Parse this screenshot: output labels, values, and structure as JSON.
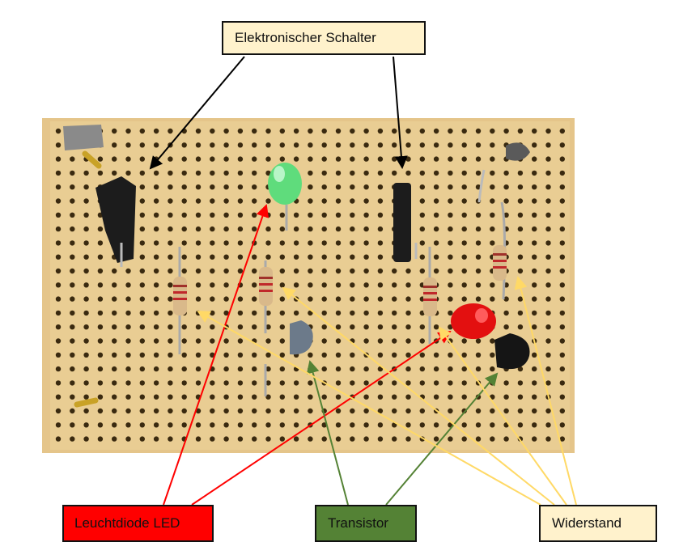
{
  "labels": {
    "switch": "Elektronischer Schalter",
    "led": "Leuchtdiode LED",
    "transistor": "Transistor",
    "resistor": "Widerstand"
  },
  "colors": {
    "switch_box": "#fff2cc",
    "led_box": "#ff0000",
    "transistor_box": "#548235",
    "resistor_box": "#fff2cc",
    "switch_arrow": "#000000",
    "led_arrow": "#ff0000",
    "transistor_arrow": "#548235",
    "resistor_arrow": "#ffd966",
    "board": "#e8c98a",
    "hole": "#3a2a10"
  },
  "photo": {
    "description": "Stripboard with two switches, green and red LED, two transistors and four resistors"
  }
}
